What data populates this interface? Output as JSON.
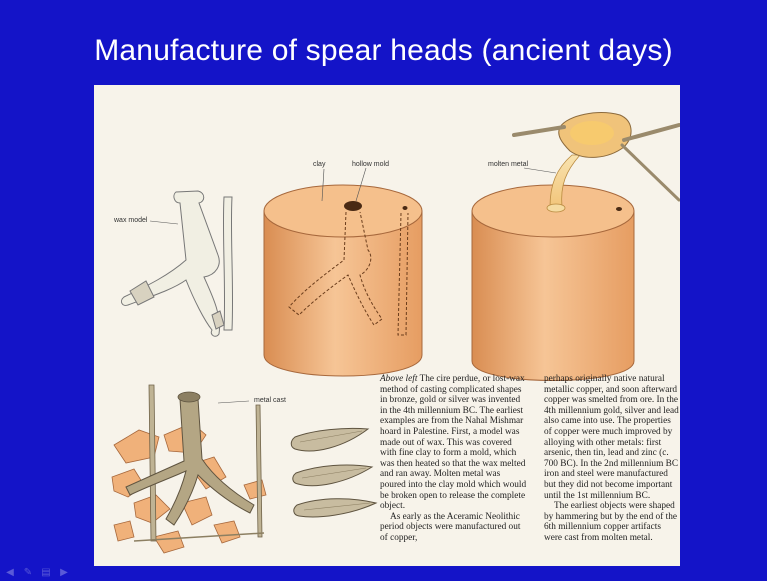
{
  "slide": {
    "title": "Manufacture of spear heads (ancient days)"
  },
  "labels": {
    "wax_model": "wax model",
    "clay": "clay",
    "hollow_mold": "hollow mold",
    "molten_metal": "molten metal",
    "metal_cast": "metal cast"
  },
  "caption": {
    "col1_lead": "Above left",
    "col1_p1": "The cire perdue, or lost-wax method of casting complicated shapes in bronze, gold or silver was invented in the 4th millennium BC. The earliest examples are from the Nahal Mishmar hoard in Palestine. First, a model was made out of wax. This was covered with fine clay to form a mold, which was then heated so that the wax melted and ran away. Molten metal was poured into the clay mold which would be broken open to release the complete object.",
    "col1_p2": "As early as the Aceramic Neolithic period objects were manufactured out of copper,",
    "col2_p1": "perhaps originally native natural metallic copper, and soon afterward copper was smelted from ore. In the 4th millennium gold, silver and lead also came into use. The properties of copper were much improved by alloying with other metals: first arsenic, then tin, lead and zinc (c. 700 BC). In the 2nd millennium BC iron and steel were manufactured but they did not become important until the 1st millennium BC.",
    "col2_p2": "The earliest objects were shaped by hammering but by the end of the 6th millennium copper artifacts were cast from molten metal."
  },
  "colors": {
    "slide_background": "#1414c8",
    "page_background": "#f7f3ea",
    "clay": "#f2b47f",
    "wax": "#f1efe3",
    "metal": "#b4a684"
  },
  "icons": [
    "prev-slide-icon",
    "pen-icon",
    "menu-icon",
    "next-slide-icon"
  ]
}
